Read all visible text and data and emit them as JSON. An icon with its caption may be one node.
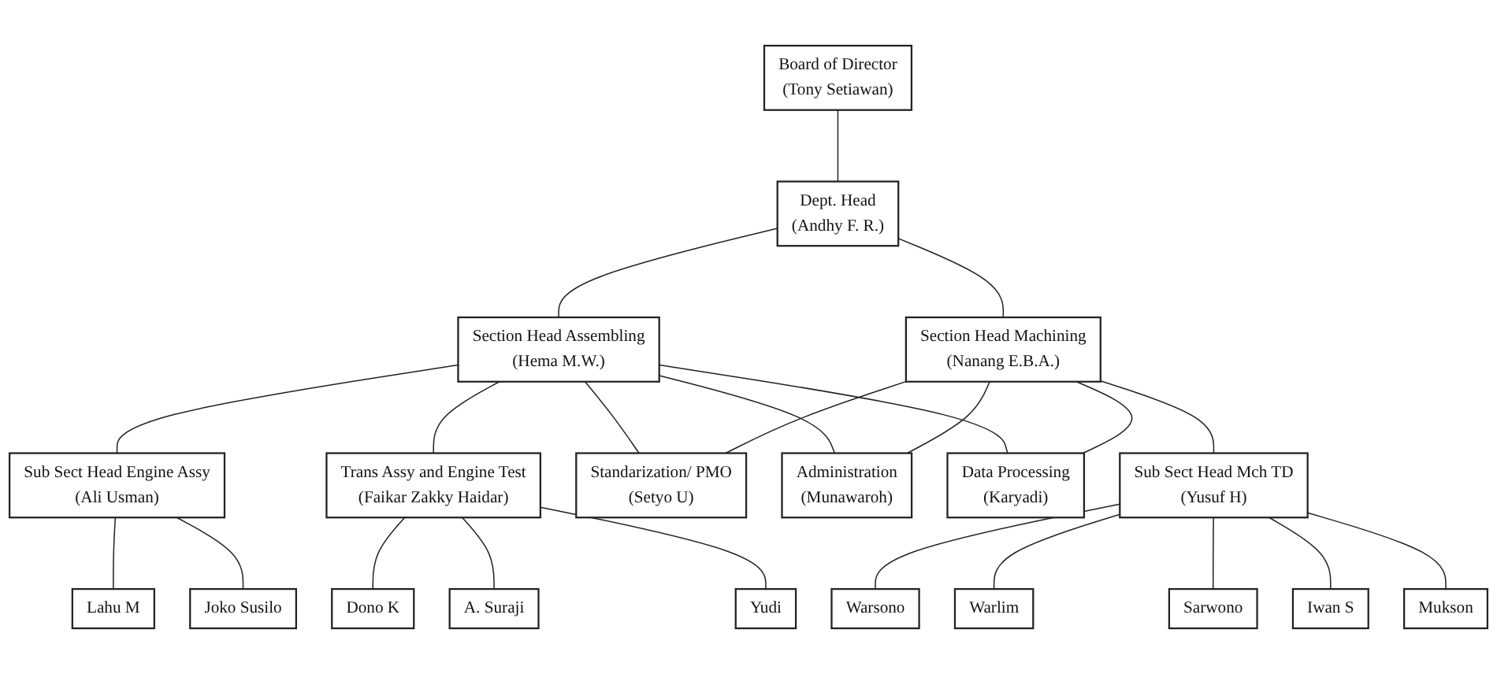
{
  "diagram": {
    "nodes": [
      {
        "text": [
          "Board of Director",
          "(Tony Setiawan)"
        ]
      },
      {
        "text": [
          "Dept. Head",
          "(Andhy F. R.)"
        ]
      },
      {
        "text": [
          "Section Head Assembling",
          "(Hema M.W.)"
        ]
      },
      {
        "text": [
          "Section Head Machining",
          "(Nanang E.B.A.)"
        ]
      },
      {
        "text": [
          "Sub Sect Head Engine Assy",
          "(Ali Usman)"
        ]
      },
      {
        "text": [
          "Trans Assy and Engine Test",
          "(Faikar Zakky Haidar)"
        ]
      },
      {
        "text": [
          "Standarization/ PMO",
          "(Setyo U)"
        ]
      },
      {
        "text": [
          "Administration",
          "(Munawaroh)"
        ]
      },
      {
        "text": [
          "Data Processing",
          "(Karyadi)"
        ]
      },
      {
        "text": [
          "Sub Sect Head Mch TD",
          "(Yusuf H)"
        ]
      },
      {
        "text": [
          "Lahu M"
        ]
      },
      {
        "text": [
          "Joko Susilo"
        ]
      },
      {
        "text": [
          "Dono K"
        ]
      },
      {
        "text": [
          "A. Suraji"
        ]
      },
      {
        "text": [
          "Yudi"
        ]
      },
      {
        "text": [
          "Warsono"
        ]
      },
      {
        "text": [
          "Warlim"
        ]
      },
      {
        "text": [
          "Sarwono"
        ]
      },
      {
        "text": [
          "Iwan S"
        ]
      },
      {
        "text": [
          "Mukson"
        ]
      }
    ],
    "edges": [
      {
        "from": 0,
        "to": 1,
        "arrow": "none"
      },
      {
        "from": 1,
        "to": 2,
        "arrow": "none"
      },
      {
        "from": 1,
        "to": 3,
        "arrow": "none"
      },
      {
        "from": 2,
        "to": 4,
        "arrow": "none"
      },
      {
        "from": 2,
        "to": 5,
        "arrow": "none"
      },
      {
        "from": 2,
        "to": 6,
        "arrow": "none"
      },
      {
        "from": 2,
        "to": 7,
        "arrow": "none"
      },
      {
        "from": 2,
        "to": 8,
        "arrow": "none"
      },
      {
        "from": 3,
        "to": 6,
        "arrow": "none"
      },
      {
        "from": 3,
        "to": 7,
        "arrow": "none"
      },
      {
        "from": 3,
        "to": 8,
        "arrow": "none"
      },
      {
        "from": 3,
        "to": 9,
        "arrow": "none"
      },
      {
        "from": 4,
        "to": 10,
        "arrow": "none"
      },
      {
        "from": 4,
        "to": 11,
        "arrow": "none"
      },
      {
        "from": 5,
        "to": 12,
        "arrow": "none"
      },
      {
        "from": 5,
        "to": 13,
        "arrow": "none"
      },
      {
        "from": 5,
        "to": 14,
        "arrow": "none"
      },
      {
        "from": 9,
        "to": 15,
        "arrow": "none"
      },
      {
        "from": 9,
        "to": 16,
        "arrow": "none"
      },
      {
        "from": 9,
        "to": 17,
        "arrow": "none"
      },
      {
        "from": 9,
        "to": 18,
        "arrow": "none"
      },
      {
        "from": 9,
        "to": 19,
        "arrow": "none"
      }
    ]
  }
}
